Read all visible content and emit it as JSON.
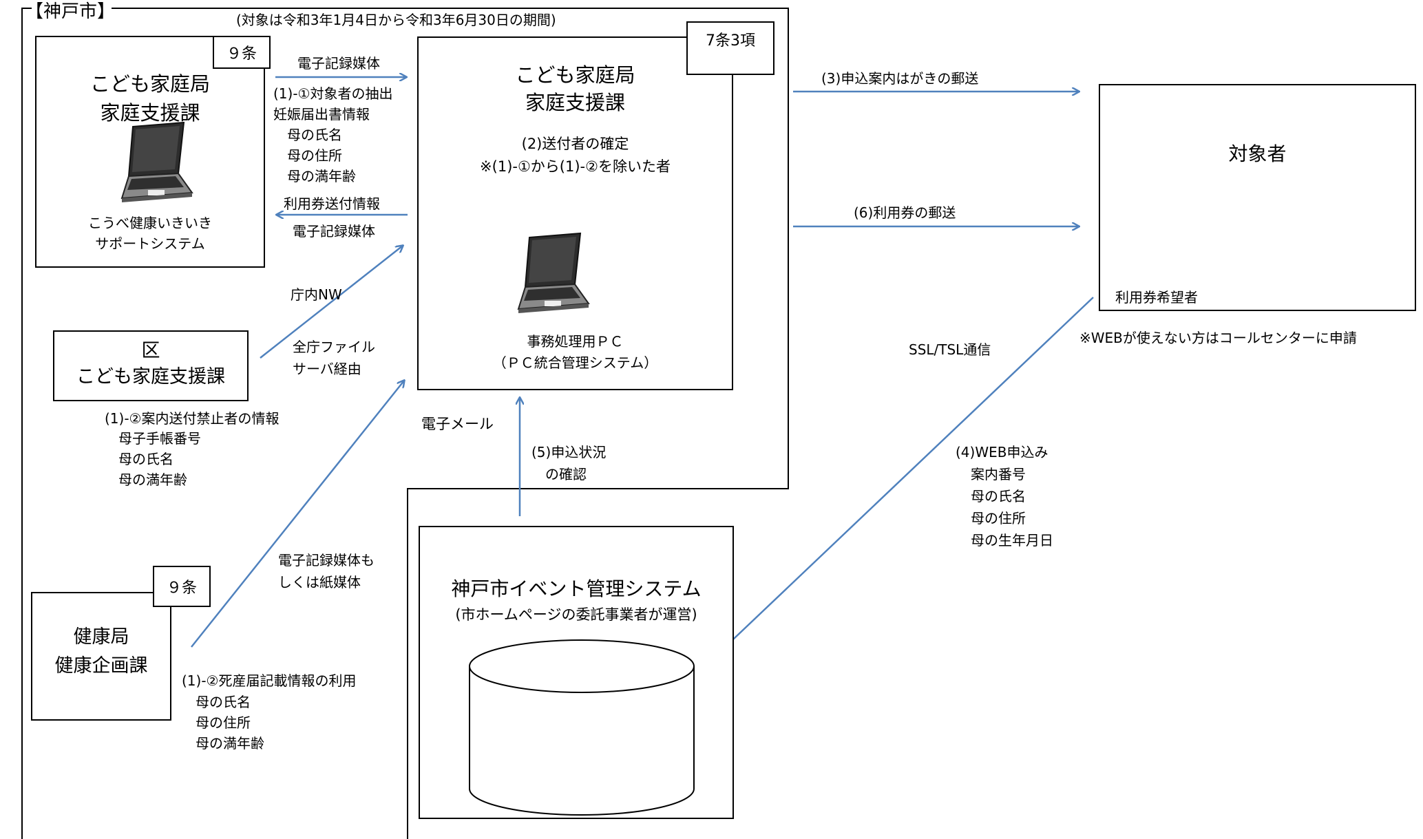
{
  "city_label": "【神戸市】",
  "period_note": "(対象は令和3年1月4日から令和3年6月30日の期間)",
  "nodes": {
    "kodomo_katei": {
      "article_tag": "９条",
      "title_line1": "こども家庭局",
      "title_line2": "家庭支援課",
      "system_line1": "こうべ健康いきいき",
      "system_line2": "サポートシステム"
    },
    "central": {
      "article_tag": "7条3項",
      "title_line1": "こども家庭局",
      "title_line2": "家庭支援課",
      "step_line1": "(2)送付者の確定",
      "step_line2": "※(1)-①から(1)-②を除いた者",
      "pc_line1": "事務処理用ＰＣ",
      "pc_line2": "（ＰＣ統合管理システム）"
    },
    "ward": {
      "title_line1": "区",
      "title_line2": "こども家庭支援課"
    },
    "health": {
      "article_tag": "９条",
      "title_line1": "健康局",
      "title_line2": "健康企画課"
    },
    "target": {
      "title": "対象者",
      "sub": "利用券希望者",
      "note": "※WEBが使えない方はコールセンターに申請"
    },
    "event_system": {
      "title": "神戸市イベント管理システム",
      "subtitle": "(市ホームページの委託事業者が運営)"
    }
  },
  "flows": {
    "media_top": "電子記録媒体",
    "extract_title": "(1)-①対象者の抽出",
    "extract_items": [
      "妊娠届出書情報",
      "　母の氏名",
      "　母の住所",
      "　母の満年齢"
    ],
    "voucher_info": "利用券送付情報",
    "media_return": "電子記録媒体",
    "network": "庁内NW",
    "file_server": "全庁ファイル\nサーバ経由",
    "ward_info_title": "(1)-②案内送付禁止者の情報",
    "ward_info_items": [
      "母子手帳番号",
      "母の氏名",
      "母の満年齢"
    ],
    "media_paper": "電子記録媒体も\nしくは紙媒体",
    "death_title": "(1)-②死産届記載情報の利用",
    "death_items": [
      "母の氏名",
      "母の住所",
      "母の満年齢"
    ],
    "email": "電子メール",
    "confirm": "(5)申込状況\n　の確認",
    "postcard": "(3)申込案内はがきの郵送",
    "voucher_mail": "(6)利用券の郵送",
    "ssl": "SSL/TSL通信",
    "web_title": "(4)WEB申込み",
    "web_items": [
      "案内番号",
      "母の氏名",
      "母の住所",
      "母の生年月日"
    ]
  },
  "colors": {
    "arrow": "#4f81bd",
    "line": "#000000"
  }
}
